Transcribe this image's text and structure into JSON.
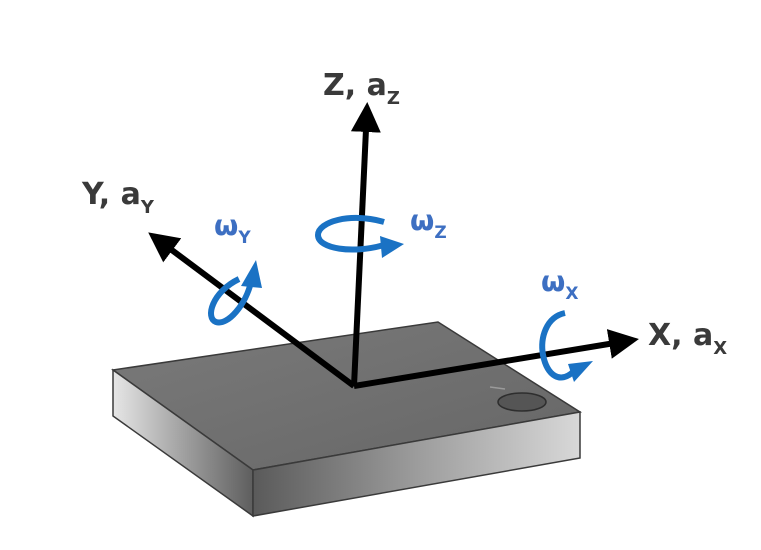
{
  "colors": {
    "axis": "#000000",
    "label_text": "#3a3a3a",
    "rotation": "#1a72c4",
    "rotation_label": "#3d6fc2",
    "chip_top": "#6f6f6f",
    "chip_side_light": "#e4e4e4",
    "chip_side_dark": "#5a5a5a",
    "chip_outline": "#333333"
  },
  "axes": {
    "z": {
      "name": "Z, a",
      "sub": "Z"
    },
    "y": {
      "name": "Y, a",
      "sub": "Y"
    },
    "x": {
      "name": "X, a",
      "sub": "X"
    }
  },
  "rotations": {
    "z": {
      "symbol": "ω",
      "sub": "Z"
    },
    "y": {
      "symbol": "ω",
      "sub": "Y"
    },
    "x": {
      "symbol": "ω",
      "sub": "X"
    }
  },
  "icons": {
    "chip": "sensor-chip",
    "pin1_marker": "pin-1-dot",
    "rotation": "curved-rotation-arrow"
  }
}
